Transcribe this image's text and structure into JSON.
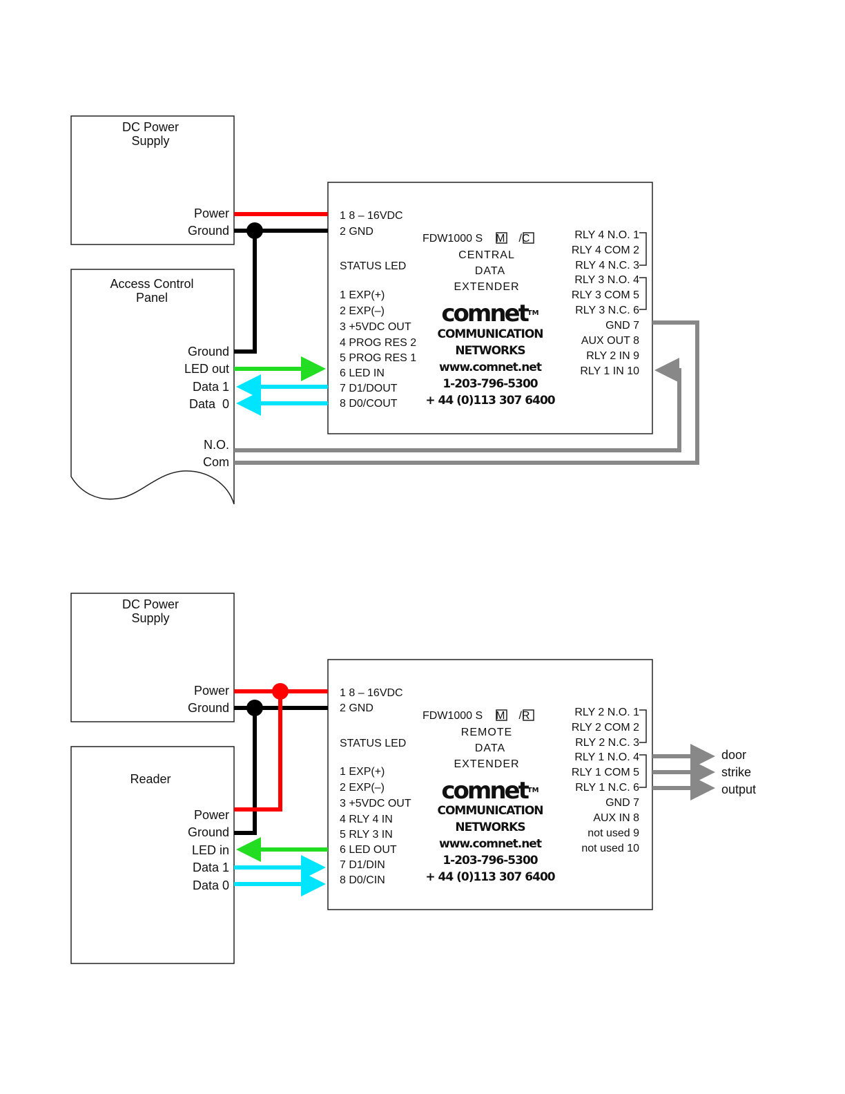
{
  "diagram1": {
    "psu": {
      "title": [
        "DC Power",
        "Supply"
      ],
      "power": "Power",
      "ground": "Ground"
    },
    "panel": {
      "title": [
        "Access Control",
        "Panel"
      ],
      "ground": "Ground",
      "led_out": "LED out",
      "data1": "Data 1",
      "data0": "Data  0",
      "no": "N.O.",
      "com": "Com"
    },
    "unit": {
      "model_prefix": "FDW1000 S",
      "model_m": "M",
      "model_suffix": "/C",
      "lines": [
        "CENTRAL",
        "DATA",
        "EXTENDER"
      ],
      "top_pins": [
        "1 8 – 16VDC",
        "2 GND"
      ],
      "status": "STATUS LED",
      "left_pins": [
        "1 EXP(+)",
        "2 EXP(–)",
        "3 +5VDC OUT",
        "4 PROG RES 2",
        "5 PROG RES 1",
        "6 LED IN",
        "7 D1/DOUT",
        "8 D0/COUT"
      ],
      "right_pins": [
        "RLY 4 N.O. 1",
        "RLY 4 COM 2",
        "RLY 4 N.C. 3",
        "RLY 3 N.O. 4",
        "RLY 3 COM 5",
        "RLY 3 N.C. 6",
        "GND 7",
        "AUX OUT 8",
        "RLY 2 IN 9",
        "RLY 1 IN 10"
      ]
    }
  },
  "diagram2": {
    "psu": {
      "title": [
        "DC Power",
        "Supply"
      ],
      "power": "Power",
      "ground": "Ground"
    },
    "reader": {
      "title": "Reader",
      "power": "Power",
      "ground": "Ground",
      "led_in": "LED in",
      "data1": "Data 1",
      "data0": "Data 0"
    },
    "unit": {
      "model_prefix": "FDW1000 S",
      "model_m": "M",
      "model_suffix": "/R",
      "lines": [
        "REMOTE",
        "DATA",
        "EXTENDER"
      ],
      "top_pins": [
        "1 8 – 16VDC",
        "2 GND"
      ],
      "status": "STATUS LED",
      "left_pins": [
        "1 EXP(+)",
        "2 EXP(–)",
        "3 +5VDC OUT",
        "4 RLY 4 IN",
        "5 RLY 3 IN",
        "6 LED OUT",
        "7 D1/DIN",
        "8 D0/CIN"
      ],
      "right_pins": [
        "RLY 2 N.O. 1",
        "RLY 2 COM 2",
        "RLY 2 N.C. 3",
        "RLY 1 N.O. 4",
        "RLY 1 COM 5",
        "RLY 1 N.C. 6",
        "GND 7",
        "AUX IN 8",
        "not used 9",
        "not used 10"
      ]
    },
    "outputs": [
      "door",
      "strike",
      "output"
    ]
  },
  "brand": {
    "logo": "comnet",
    "tm": "TM",
    "name": [
      "COMMUNICATION",
      "NETWORKS"
    ],
    "web": "www.comnet.net",
    "phone_us": "1-203-796-5300",
    "phone_uk": "+ 44 (0)113 307 6400"
  },
  "colors": {
    "power": "#ff0000",
    "ground": "#000000",
    "led": "#22dd22",
    "data": "#00e5ff",
    "relay": "#888888"
  }
}
